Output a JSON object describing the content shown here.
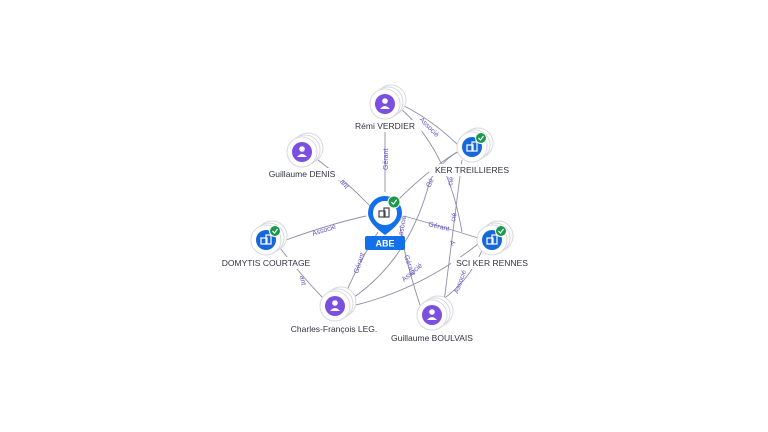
{
  "colors": {
    "person": "#7b4fe0",
    "company": "#1667d9",
    "main": "#1470e8",
    "check": "#1a9a4a",
    "edge": "#8e8ea8",
    "edge_label": "#6a55c8"
  },
  "main_node": {
    "label": "ABE",
    "icon": "building-icon",
    "verified": true
  },
  "nodes": [
    {
      "id": "remi",
      "type": "person",
      "label": "Rémi VERDIER",
      "icon": "person-icon"
    },
    {
      "id": "guillaume_denis",
      "type": "person",
      "label": "Guillaume DENIS",
      "icon": "person-icon"
    },
    {
      "id": "ker_treillieres",
      "type": "company",
      "label": "KER TREILLIERES",
      "icon": "building-icon",
      "verified": true
    },
    {
      "id": "domytis",
      "type": "company",
      "label": "DOMYTIS COURTAGE",
      "icon": "building-icon",
      "verified": true
    },
    {
      "id": "sci_ker_rennes",
      "type": "company",
      "label": "SCI KER RENNES",
      "icon": "building-icon",
      "verified": true
    },
    {
      "id": "charles",
      "type": "person",
      "label": "Charles-François LEG.",
      "icon": "person-icon"
    },
    {
      "id": "guillaume_boulvais",
      "type": "person",
      "label": "Guillaume BOULVAIS",
      "icon": "person-icon"
    }
  ],
  "edge_labels": {
    "associe": "Associé",
    "gerant": "Gérant",
    "ge_partial": "Gé",
    "a_partial": "A",
    "rant_partial": "rant",
    "cie_partial": "cié",
    "ant_partial": "ant"
  }
}
